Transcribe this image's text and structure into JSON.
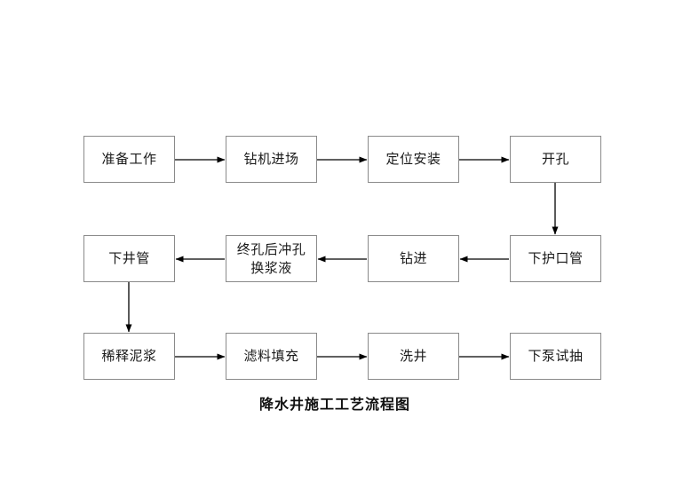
{
  "diagram": {
    "caption": "降水井施工工艺流程图",
    "colors": {
      "background": "#ffffff",
      "box_border": "#8a8a8a",
      "box_fill": "#ffffff",
      "text": "#1a1a1a",
      "connector": "#000000",
      "caption_text": "#111111"
    },
    "rows": [
      {
        "direction": "left-to-right",
        "nodes": [
          {
            "label": "准备工作"
          },
          {
            "label": "钻机进场"
          },
          {
            "label": "定位安装"
          },
          {
            "label": "开孔"
          }
        ]
      },
      {
        "direction": "right-to-left",
        "nodes": [
          {
            "label": "下井管"
          },
          {
            "label": "终孔后冲孔\n换浆液"
          },
          {
            "label": "钻进"
          },
          {
            "label": "下护口管"
          }
        ]
      },
      {
        "direction": "left-to-right",
        "nodes": [
          {
            "label": "稀释泥浆"
          },
          {
            "label": "滤料填充"
          },
          {
            "label": "洗井"
          },
          {
            "label": "下泵试抽"
          }
        ]
      }
    ],
    "connectors": [
      {
        "name": "arrow-prep-to-rig",
        "from": "准备工作",
        "to": "钻机进场",
        "orientation": "horizontal-right"
      },
      {
        "name": "arrow-rig-to-position",
        "from": "钻机进场",
        "to": "定位安装",
        "orientation": "horizontal-right"
      },
      {
        "name": "arrow-position-to-open-hole",
        "from": "定位安装",
        "to": "开孔",
        "orientation": "horizontal-right"
      },
      {
        "name": "arrow-open-hole-to-casing",
        "from": "开孔",
        "to": "下护口管",
        "orientation": "vertical-down"
      },
      {
        "name": "arrow-casing-to-drilling",
        "from": "下护口管",
        "to": "钻进",
        "orientation": "horizontal-left"
      },
      {
        "name": "arrow-drilling-to-flush",
        "from": "钻进",
        "to": "终孔后冲孔换浆液",
        "orientation": "horizontal-left"
      },
      {
        "name": "arrow-flush-to-well-pipe",
        "from": "终孔后冲孔换浆液",
        "to": "下井管",
        "orientation": "horizontal-left"
      },
      {
        "name": "arrow-well-pipe-to-dilute",
        "from": "下井管",
        "to": "稀释泥浆",
        "orientation": "vertical-down"
      },
      {
        "name": "arrow-dilute-to-filter",
        "from": "稀释泥浆",
        "to": "滤料填充",
        "orientation": "horizontal-right"
      },
      {
        "name": "arrow-filter-to-wash",
        "from": "滤料填充",
        "to": "洗井",
        "orientation": "horizontal-right"
      },
      {
        "name": "arrow-wash-to-pump",
        "from": "洗井",
        "to": "下泵试抽",
        "orientation": "horizontal-right"
      }
    ]
  },
  "chart_data": {
    "type": "diagram",
    "title": "降水井施工工艺流程图",
    "nodes": [
      "准备工作",
      "钻机进场",
      "定位安装",
      "开孔",
      "下护口管",
      "钻进",
      "终孔后冲孔换浆液",
      "下井管",
      "稀释泥浆",
      "滤料填充",
      "洗井",
      "下泵试抽"
    ],
    "edges": [
      [
        "准备工作",
        "钻机进场"
      ],
      [
        "钻机进场",
        "定位安装"
      ],
      [
        "定位安装",
        "开孔"
      ],
      [
        "开孔",
        "下护口管"
      ],
      [
        "下护口管",
        "钻进"
      ],
      [
        "钻进",
        "终孔后冲孔换浆液"
      ],
      [
        "终孔后冲孔换浆液",
        "下井管"
      ],
      [
        "下井管",
        "稀释泥浆"
      ],
      [
        "稀释泥浆",
        "滤料填充"
      ],
      [
        "滤料填充",
        "洗井"
      ],
      [
        "洗井",
        "下泵试抽"
      ]
    ]
  }
}
